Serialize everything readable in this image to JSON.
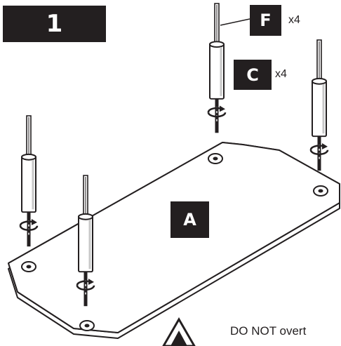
{
  "step": {
    "number": "1"
  },
  "parts": {
    "F": {
      "letter": "F",
      "quantity": "x4"
    },
    "C": {
      "letter": "C",
      "quantity": "x4"
    },
    "A": {
      "letter": "A"
    }
  },
  "warning": {
    "text": "DO NOT overt"
  },
  "colors": {
    "ink": "#231f20",
    "paper": "#ffffff",
    "shadow": "#c8c8c8"
  }
}
